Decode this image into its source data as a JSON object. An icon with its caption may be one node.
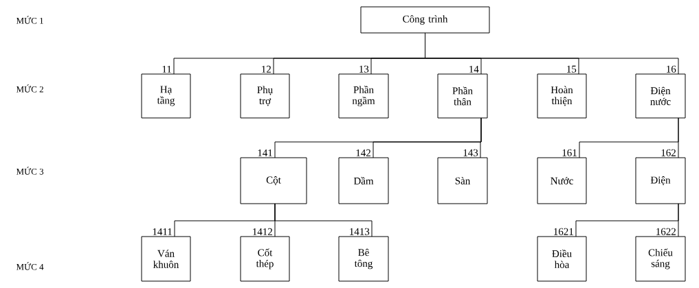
{
  "diagram": {
    "nodes": [
      {
        "text": [
          "Công trình"
        ]
      },
      {
        "text": [
          "Hạ tầng"
        ],
        "beside": [
          "11"
        ]
      },
      {
        "text": [
          "Phụ trợ"
        ],
        "beside": [
          "12"
        ]
      },
      {
        "text": [
          "Phần ngầm"
        ],
        "beside": [
          "13"
        ]
      },
      {
        "text": [
          "Phần thân"
        ],
        "beside": [
          "14"
        ]
      },
      {
        "text": [
          "Hoàn thiện"
        ],
        "beside": [
          "15"
        ]
      },
      {
        "text": [
          "Điện nước"
        ],
        "beside": [
          "16"
        ]
      },
      {
        "text": [
          "Cột"
        ],
        "beside": [
          "141"
        ]
      },
      {
        "text": [
          "Dầm"
        ],
        "beside": [
          "142"
        ]
      },
      {
        "text": [
          "Sàn"
        ],
        "beside": [
          "143"
        ]
      },
      {
        "text": [
          "Nước"
        ],
        "beside": [
          "161"
        ]
      },
      {
        "text": [
          "Điện"
        ],
        "beside": [
          "162"
        ]
      },
      {
        "text": [
          "Ván khuôn"
        ],
        "beside": [
          "1411"
        ]
      },
      {
        "text": [
          "Cốt thép"
        ],
        "beside": [
          "1412"
        ]
      },
      {
        "text": [
          "Bê tông"
        ],
        "beside": [
          "1413"
        ]
      },
      {
        "text": [
          "Điều hòa"
        ],
        "beside": [
          "1621"
        ]
      },
      {
        "text": [
          "Chiếu sáng"
        ],
        "beside": [
          "1622"
        ]
      }
    ],
    "edges": [
      {
        "from": 0,
        "to": 1,
        "arrow": "none"
      },
      {
        "from": 0,
        "to": 2,
        "arrow": "none"
      },
      {
        "from": 0,
        "to": 3,
        "arrow": "none"
      },
      {
        "from": 0,
        "to": 4,
        "arrow": "none"
      },
      {
        "from": 0,
        "to": 5,
        "arrow": "none"
      },
      {
        "from": 0,
        "to": 6,
        "arrow": "none"
      },
      {
        "from": 4,
        "to": 7,
        "arrow": "none"
      },
      {
        "from": 4,
        "to": 8,
        "arrow": "none"
      },
      {
        "from": 4,
        "to": 9,
        "arrow": "none"
      },
      {
        "from": 6,
        "to": 10,
        "arrow": "none"
      },
      {
        "from": 6,
        "to": 11,
        "arrow": "none"
      },
      {
        "from": 7,
        "to": 12,
        "arrow": "none"
      },
      {
        "from": 7,
        "to": 13,
        "arrow": "none"
      },
      {
        "from": 7,
        "to": 14,
        "arrow": "none"
      },
      {
        "from": 11,
        "to": 15,
        "arrow": "none"
      },
      {
        "from": 11,
        "to": 16,
        "arrow": "none"
      }
    ],
    "labels": [
      "MỨC 1",
      "MỨC 2",
      "MỨC 3",
      "MỨC 4"
    ]
  }
}
